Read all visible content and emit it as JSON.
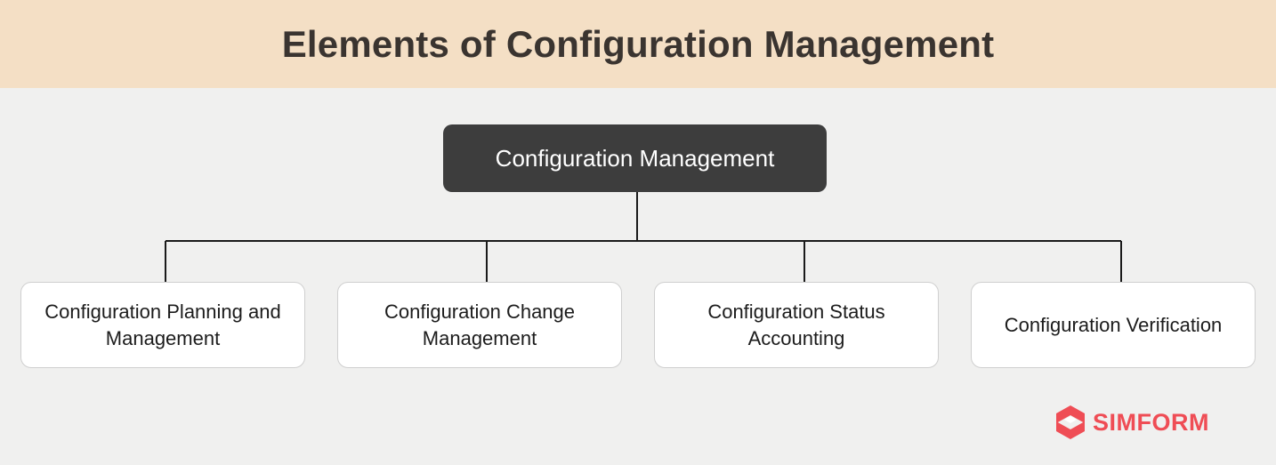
{
  "title": "Elements of Configuration Management",
  "diagram": {
    "root": {
      "label": "Configuration Management"
    },
    "children": [
      {
        "label": "Configuration Planning and Management"
      },
      {
        "label": "Configuration Change Management"
      },
      {
        "label": "Configuration Status Accounting"
      },
      {
        "label": "Configuration Verification"
      }
    ]
  },
  "brand": {
    "name": "SIMFORM",
    "color": "#ef4d55",
    "icon": "simform-logo-icon"
  },
  "colors": {
    "header_bg": "#f4dfc5",
    "root_bg": "#3d3d3d",
    "connector": "#1a1a1a"
  }
}
